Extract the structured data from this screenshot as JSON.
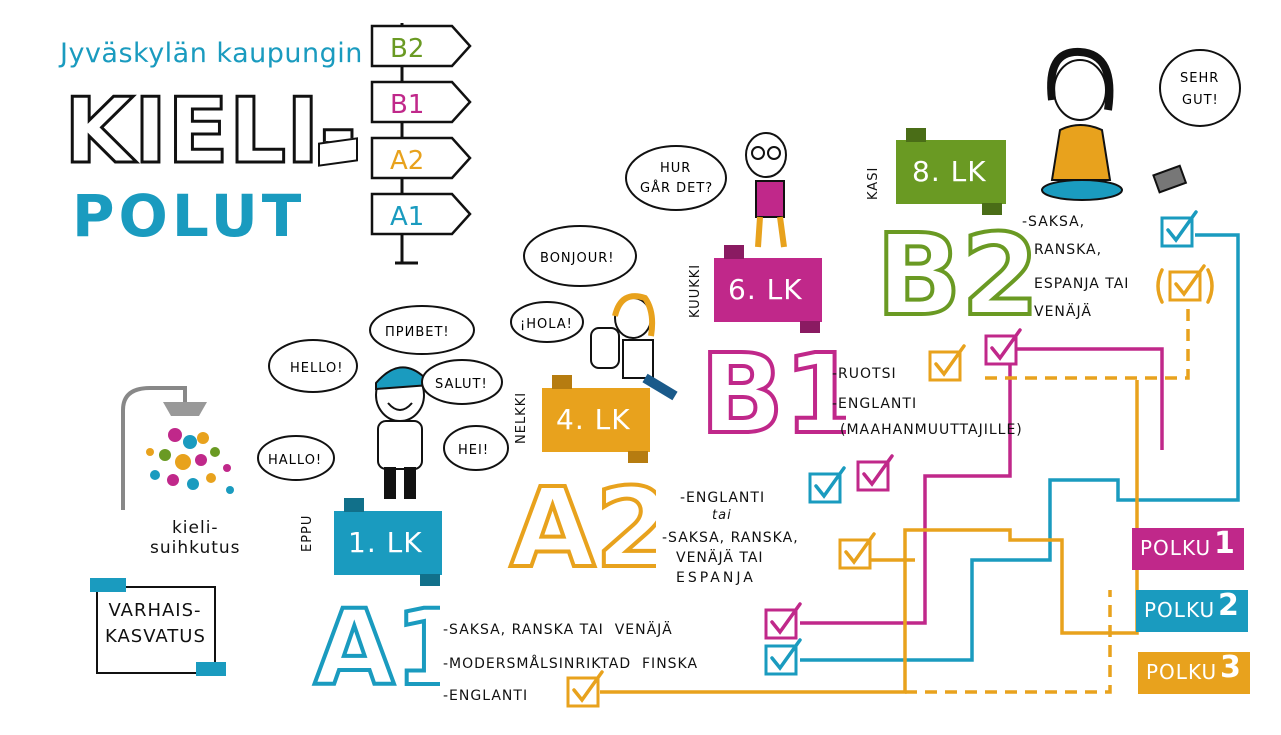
{
  "header": {
    "city": "Jyväskylän kaupungin",
    "title_line1": "KIELI-",
    "title_line2": "POLUT"
  },
  "signpost": [
    "B2",
    "B1",
    "A2",
    "A1"
  ],
  "early": {
    "shower_label": "kieli-\nsuihkutus",
    "box_label": "VARHAIS-\nKASVATUS"
  },
  "grades": [
    {
      "nick": "EPPU",
      "grade": "1. LK"
    },
    {
      "nick": "NELKKI",
      "grade": "4. LK"
    },
    {
      "nick": "KUUKKI",
      "grade": "6. LK"
    },
    {
      "nick": "KASI",
      "grade": "8. LK"
    }
  ],
  "levels": [
    {
      "code": "A1",
      "items": [
        "-SAKSA, RANSKA TAI  VENÄJÄ",
        "-MODERSMÅLSINRIKTAD  FINSKA",
        "-ENGLANTI"
      ]
    },
    {
      "code": "A2",
      "items": [
        "-ENGLANTI",
        "tai",
        "-SAKSA, RANSKA,",
        "VENÄJÄ TAI",
        "ESPANJA"
      ]
    },
    {
      "code": "B1",
      "items": [
        "-RUOTSI",
        "-ENGLANTI",
        "(MAAHANMUUTTAJILLE)"
      ]
    },
    {
      "code": "B2",
      "items": [
        "-SAKSA,",
        "RANSKA,",
        "ESPANJA TAI",
        "VENÄJÄ"
      ]
    }
  ],
  "bubbles": {
    "hello": "HELLO!",
    "privet": "ПРИВЕТ!",
    "salut": "SALUT!",
    "hallo": "HALLO!",
    "hei": "HEI!",
    "bonjour": "BONJOUR!",
    "hola": "¡HOLA!",
    "hur1": "HUR",
    "hur2": "GÅR DET?",
    "sehr1": "SEHR",
    "sehr2": "GUT!"
  },
  "legend": [
    {
      "label": "POLKU",
      "num": "1",
      "color": "#c0288a"
    },
    {
      "label": "POLKU",
      "num": "2",
      "color": "#1a9bbf"
    },
    {
      "label": "POLKU",
      "num": "3",
      "color": "#e8a21d"
    }
  ],
  "colors": {
    "magenta": "#c0288a",
    "teal": "#1a9bbf",
    "orange": "#e8a21d",
    "green": "#6a9a23",
    "city_text": "#1a9bbf"
  }
}
